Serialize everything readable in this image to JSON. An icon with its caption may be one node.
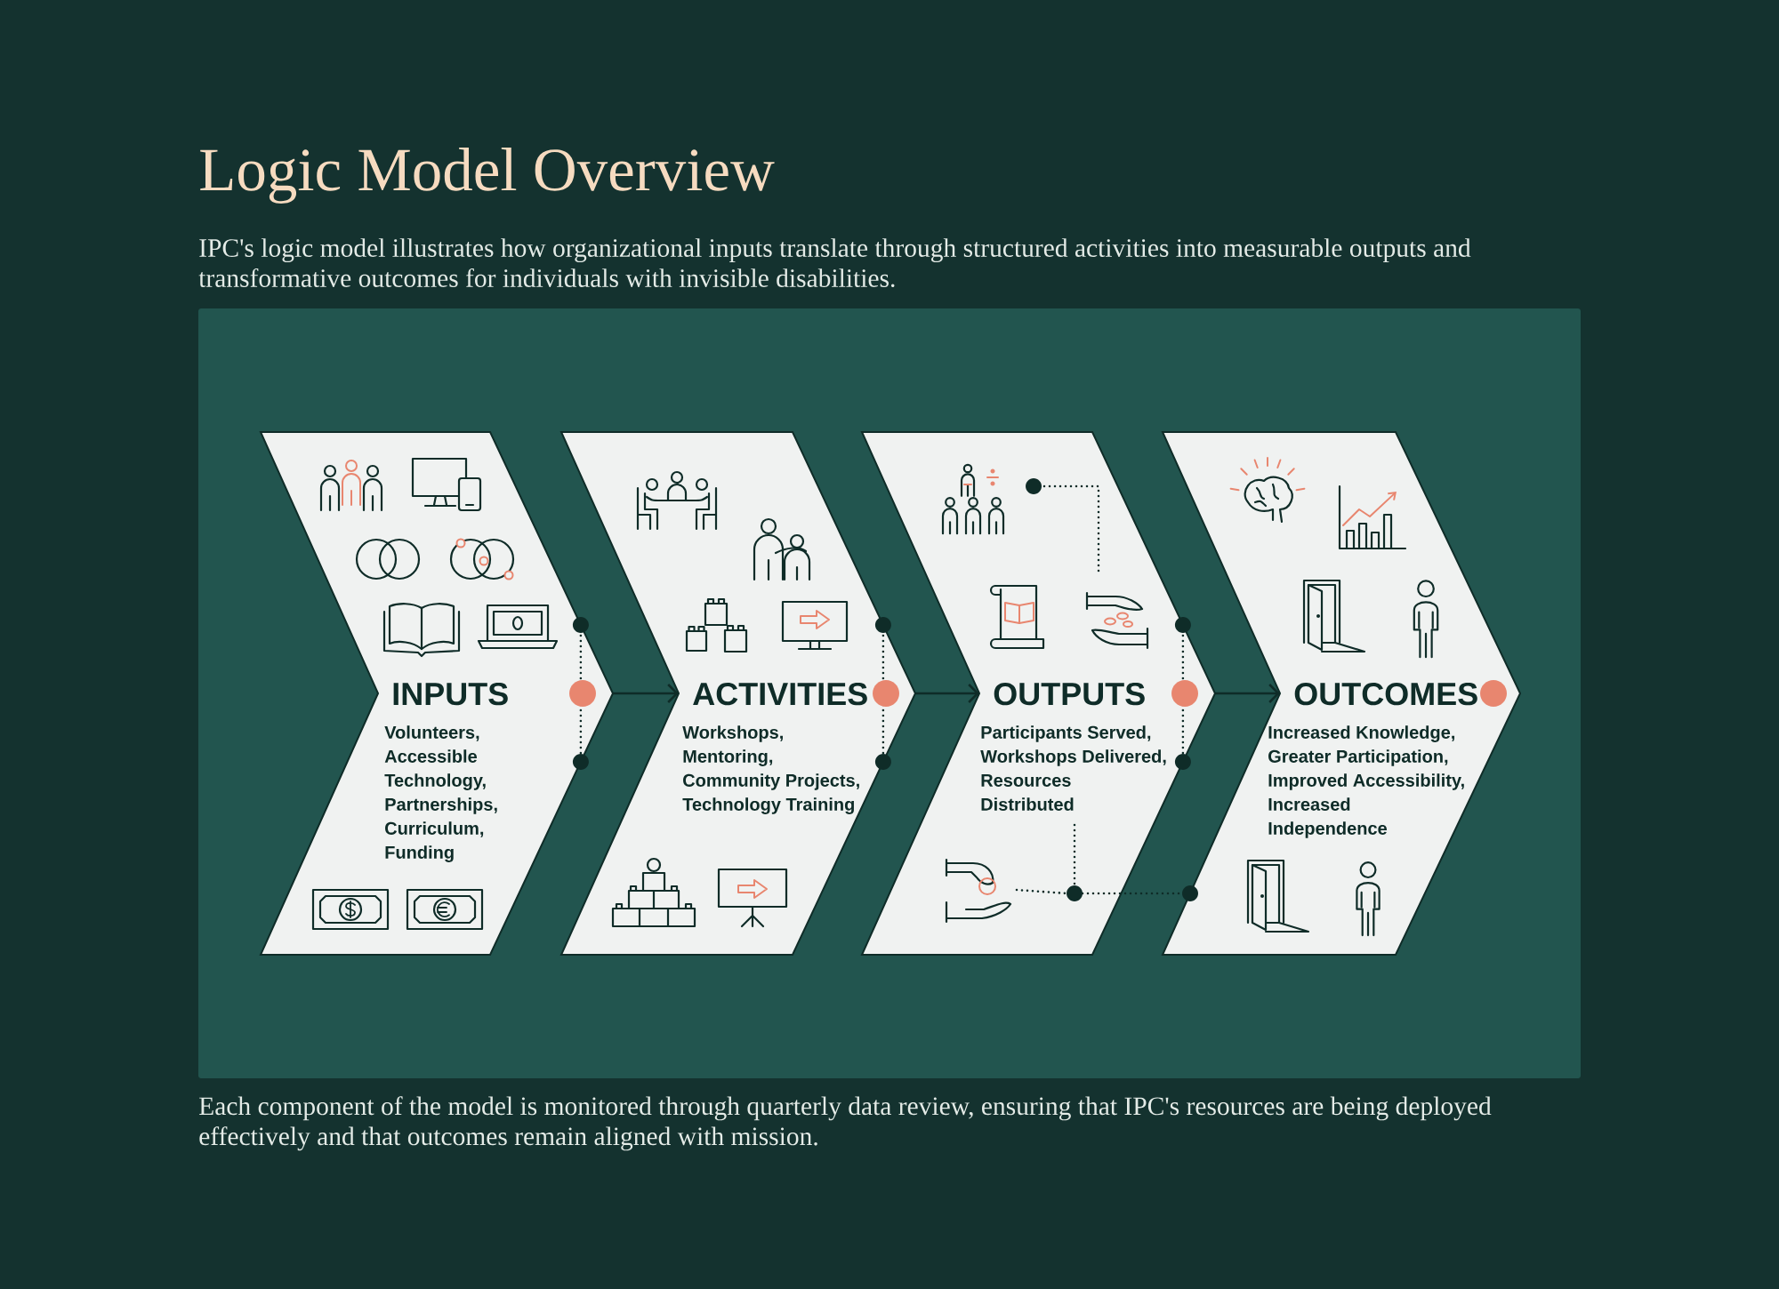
{
  "diagram": {
    "title": "Logic Model Overview",
    "labels": [
      "IPC's logic model illustrates how organizational inputs translate through structured activities into measurable outputs and transformative outcomes for individuals with invisible disabilities."
    ],
    "nodes": [
      {
        "text": [
          "INPUTS",
          "Volunteers, Accessible Technology, Partnerships, Curriculum, Funding"
        ]
      },
      {
        "text": [
          "ACTIVITIES",
          "Workshops, Mentoring, Community Projects, Technology Training"
        ]
      },
      {
        "text": [
          "OUTPUTS",
          "Participants Served, Workshops Delivered, Resources Distributed"
        ]
      },
      {
        "text": [
          "OUTCOMES",
          "Increased Knowledge, Greater Participation, Improved Accessibility, Increased Independence"
        ]
      },
      {
        "text": [],
        "shape": "picture",
        "in": 2
      },
      {
        "text": [],
        "shape": "circle",
        "in": 2
      }
    ],
    "edges": [
      {
        "from": 0,
        "to": 1,
        "arrow": "to"
      },
      {
        "from": 1,
        "to": 2,
        "arrow": "to"
      },
      {
        "from": 2,
        "to": 3,
        "arrow": "to"
      },
      {
        "from": 4,
        "to": 5,
        "arrow": "none",
        "style": "dashed"
      },
      {
        "from": null,
        "to": 5,
        "arrow": "none",
        "style": "dashed"
      },
      {
        "from": 5,
        "to": 3,
        "arrow": "other",
        "style": "dashed"
      }
    ],
    "caption": "Each component of the model is monitored through quarterly data review, ensuring that IPC's resources are being deployed effectively and that outcomes remain aligned with mission."
  }
}
